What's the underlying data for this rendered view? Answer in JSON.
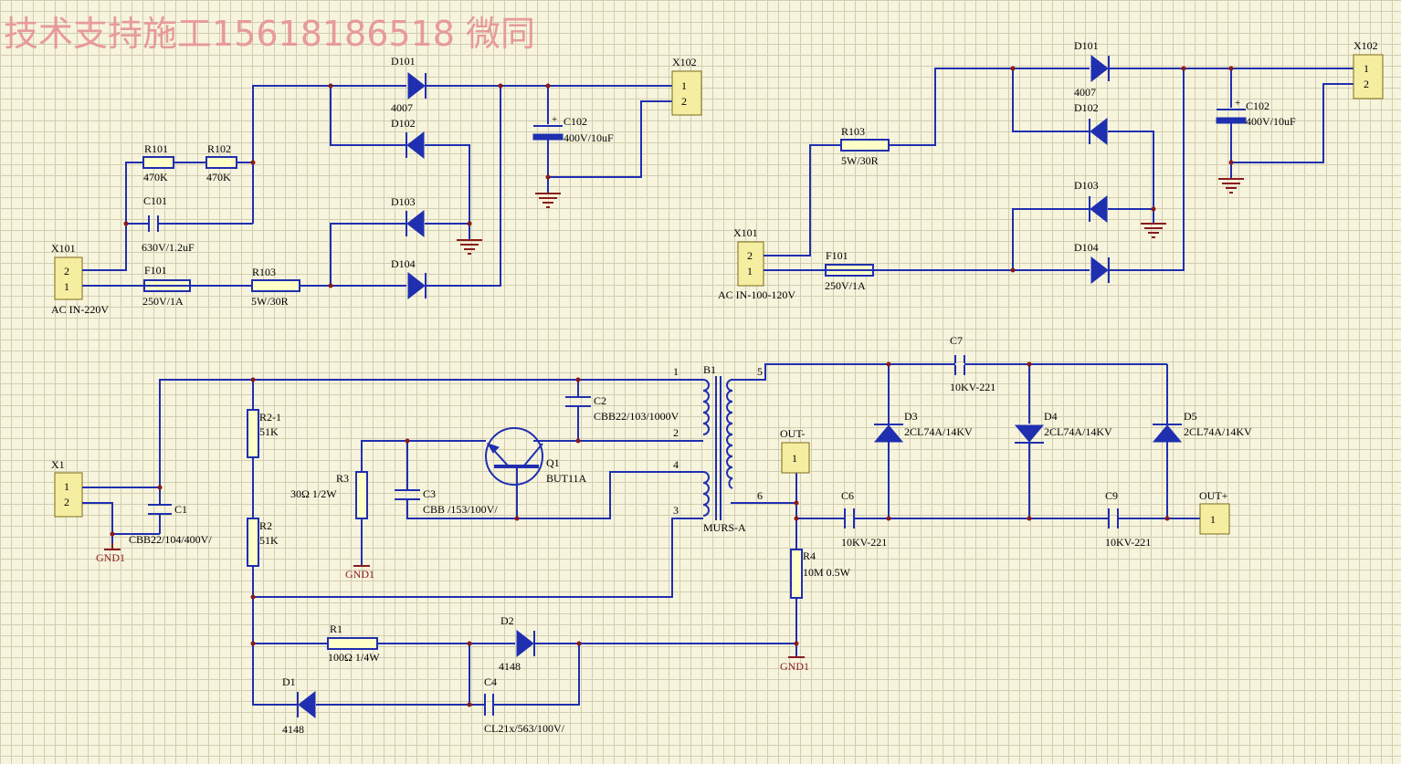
{
  "watermark": "技术支持施工15618186518 微同",
  "circuit_top_left": {
    "connector": {
      "ref": "X101",
      "pins": [
        "2",
        "1"
      ],
      "label": "AC IN-220V"
    },
    "fuse": {
      "ref": "F101",
      "value": "250V/1A"
    },
    "r101": {
      "ref": "R101",
      "value": "470K"
    },
    "r102": {
      "ref": "R102",
      "value": "470K"
    },
    "c101": {
      "ref": "C101",
      "value": "630V/1.2uF"
    },
    "r103": {
      "ref": "R103",
      "value": "5W/30R"
    },
    "d101": {
      "ref": "D101",
      "value": "4007"
    },
    "d102": {
      "ref": "D102"
    },
    "d103": {
      "ref": "D103"
    },
    "d104": {
      "ref": "D104"
    },
    "c102": {
      "ref": "C102",
      "value": "400V/10uF"
    },
    "out_connector": {
      "ref": "X102",
      "pins": [
        "1",
        "2"
      ]
    }
  },
  "circuit_top_right": {
    "connector": {
      "ref": "X101",
      "pins": [
        "2",
        "1"
      ],
      "label": "AC IN-100-120V"
    },
    "fuse": {
      "ref": "F101",
      "value": "250V/1A"
    },
    "r103": {
      "ref": "R103",
      "value": "5W/30R"
    },
    "d101": {
      "ref": "D101",
      "value": "4007"
    },
    "d102": {
      "ref": "D102"
    },
    "d103": {
      "ref": "D103"
    },
    "d104": {
      "ref": "D104"
    },
    "c102": {
      "ref": "C102",
      "value": "400V/10uF"
    },
    "out_connector": {
      "ref": "X102",
      "pins": [
        "1",
        "2"
      ]
    }
  },
  "circuit_bottom": {
    "x1": {
      "ref": "X1",
      "pins": [
        "1",
        "2"
      ]
    },
    "c1": {
      "ref": "C1",
      "value": "CBB22/104/400V/"
    },
    "gnd1a": "GND1",
    "r2_1": {
      "ref": "R2-1",
      "value": "51K"
    },
    "r2": {
      "ref": "R2",
      "value": "51K"
    },
    "r3": {
      "ref": "R3",
      "value": "30Ω  1/2W"
    },
    "gnd1b": "GND1",
    "c3": {
      "ref": "C3",
      "value": "CBB /153/100V/"
    },
    "q1": {
      "ref": "Q1",
      "value": "BUT11A"
    },
    "c2": {
      "ref": "C2",
      "value": "CBB22/103/1000V"
    },
    "b1": {
      "ref": "B1",
      "value": "MURS-A",
      "pins": [
        "1",
        "2",
        "4",
        "3",
        "5",
        "6"
      ]
    },
    "out_minus": {
      "label": "OUT-",
      "pin": "1"
    },
    "out_plus": {
      "label": "OUT+",
      "pin": "1"
    },
    "c7": {
      "ref": "C7",
      "value": "10KV-221"
    },
    "d3": {
      "ref": "D3",
      "value": "2CL74A/14KV"
    },
    "d4": {
      "ref": "D4",
      "value": "2CL74A/14KV"
    },
    "d5": {
      "ref": "D5",
      "value": "2CL74A/14KV"
    },
    "c6": {
      "ref": "C6",
      "value": "10KV-221"
    },
    "c9": {
      "ref": "C9",
      "value": "10KV-221"
    },
    "r4": {
      "ref": "R4",
      "value": "10M 0.5W"
    },
    "gnd1c": "GND1",
    "r1": {
      "ref": "R1",
      "value": "100Ω  1/4W"
    },
    "d2": {
      "ref": "D2",
      "value": "4148"
    },
    "d1": {
      "ref": "D1",
      "value": "4148"
    },
    "c4": {
      "ref": "C4",
      "value": "CL21x/563/100V/"
    }
  },
  "colors": {
    "wire": "#1f2fb0",
    "grid": "#d2cdb0",
    "background": "#f7f4dd",
    "ground": "#8b1a1a",
    "watermark": "#e79a9a"
  }
}
